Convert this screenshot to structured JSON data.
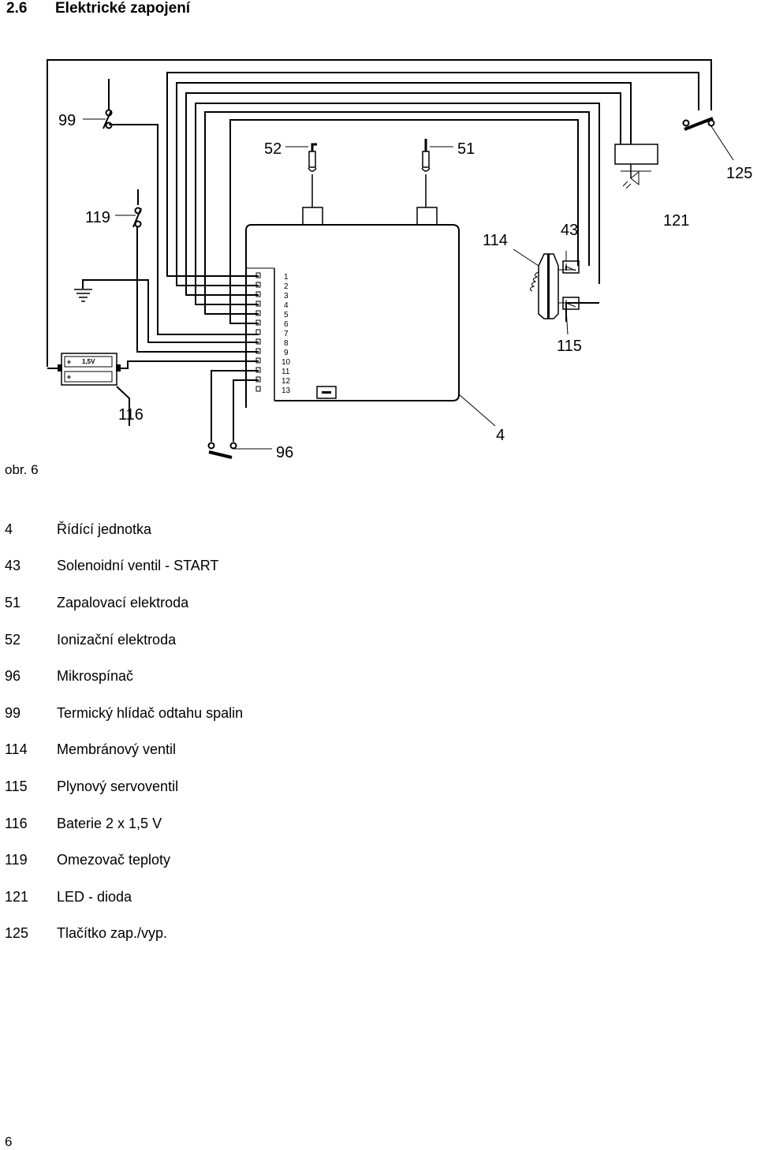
{
  "header": {
    "number": "2.6",
    "title": "Elektrické zapojení"
  },
  "figure": {
    "caption": "obr. 6",
    "callouts": {
      "c99": "99",
      "c52": "52",
      "c51": "51",
      "c125": "125",
      "c119": "119",
      "c114": "114",
      "c43": "43",
      "c121": "121",
      "c115": "115",
      "c116": "116",
      "c96": "96",
      "c4": "4"
    },
    "terminals": [
      "1",
      "2",
      "3",
      "4",
      "5",
      "6",
      "7",
      "8",
      "9",
      "10",
      "11",
      "12",
      "13"
    ],
    "battery_label": "1,5V"
  },
  "legend": [
    {
      "code": "4",
      "text": "Řídící jednotka"
    },
    {
      "code": "43",
      "text": "Solenoidní ventil - START"
    },
    {
      "code": "51",
      "text": "Zapalovací elektroda"
    },
    {
      "code": "52",
      "text": "Ionizační elektroda"
    },
    {
      "code": "96",
      "text": "Mikrospínač"
    },
    {
      "code": "99",
      "text": "Termický hlídač odtahu spalin"
    },
    {
      "code": "114",
      "text": "Membránový ventil"
    },
    {
      "code": "115",
      "text": "Plynový servoventil"
    },
    {
      "code": "116",
      "text": "Baterie 2 x 1,5 V"
    },
    {
      "code": "119",
      "text": "Omezovač teploty"
    },
    {
      "code": "121",
      "text": "LED - dioda"
    },
    {
      "code": "125",
      "text": "Tlačítko zap./vyp."
    }
  ],
  "page_number": "6"
}
